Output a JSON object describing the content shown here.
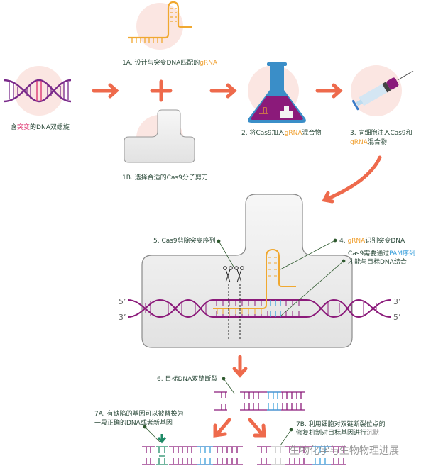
{
  "steps": {
    "dna": {
      "pre": "含",
      "mut": "突变",
      "post": "的DNA双螺旋"
    },
    "s1a": {
      "pre": "1A. 设计与突变DNA匹配的",
      "grna": "gRNA"
    },
    "s1b": {
      "text": "1B. 选择合适的Cas9分子剪刀"
    },
    "s2": {
      "pre": "2. 将Cas9加入",
      "grna": "gRNA",
      "post": "混合物"
    },
    "s3": {
      "line1": "3. 向细胞注入Cas9和",
      "grna": "gRNA",
      "post": "混合物"
    },
    "s4": {
      "pre": "4. ",
      "grna": "gRNA",
      "post": "识别突变DNA"
    },
    "pam": {
      "pre": "Cas9需要通过",
      "pam": "PAM序列",
      "line2": "才能与目标DNA结合"
    },
    "s5": {
      "text": "5. Cas9剪除突变序列"
    },
    "s6": {
      "text": "6. 目标DNA双链断裂"
    },
    "s7a": {
      "line1": "7A. 有缺陷的基因可以被替换为",
      "line2": "一段正确的DNA或者新基因"
    },
    "s7b": {
      "line1": "7B. 利用细胞对双链断裂位点的",
      "line2": "修复机制对目标基因进行",
      "silence": "沉默"
    }
  },
  "strand_labels": {
    "left_top": "5’",
    "left_bottom": "3’",
    "right_top": "3’",
    "right_bottom": "5’"
  },
  "watermark": "生物化学与生物物理进展",
  "colors": {
    "arrow": "#ee6a4c",
    "dna": "#8b1a7a",
    "grna": "#f0a830",
    "pam": "#3ba0dc",
    "mutation": "#e0457b",
    "circle": "#fbe6e2",
    "text": "#2b4a3a",
    "insert": "#1e8a66"
  },
  "icons": [
    "dna-helix-icon",
    "grna-icon",
    "cas9-icon",
    "flask-icon",
    "syringe-icon",
    "scissors-icon",
    "plus-icon",
    "arrow-icon"
  ]
}
